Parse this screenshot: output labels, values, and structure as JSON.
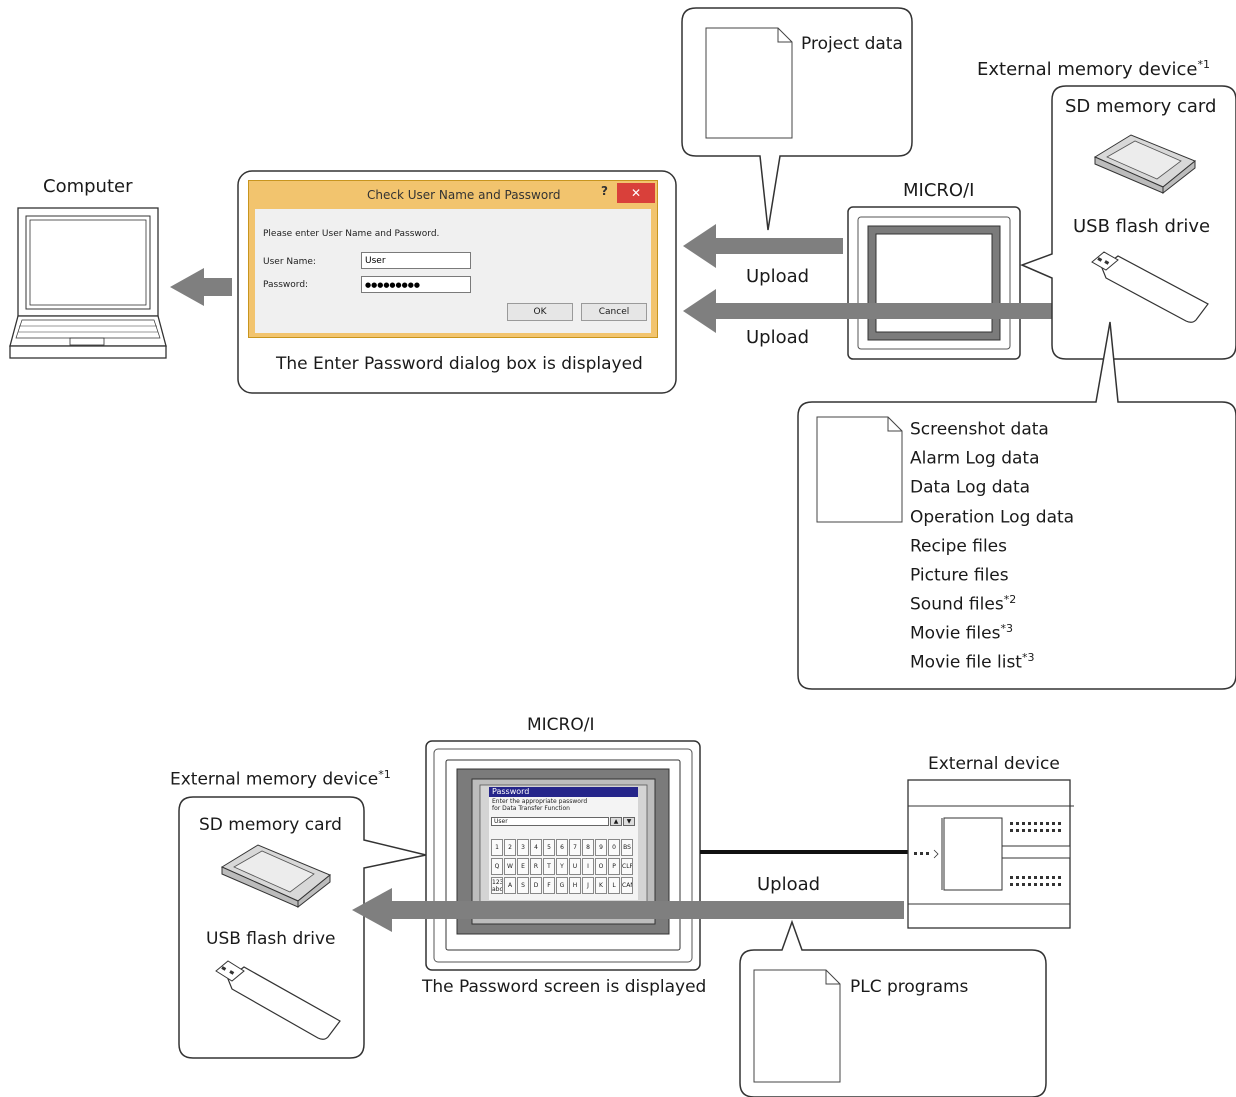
{
  "top": {
    "computer_label": "Computer",
    "dialog_caption": "The Enter Password dialog box is displayed",
    "dialog": {
      "title": "Check User Name and Password",
      "help_glyph": "?",
      "close_glyph": "✕",
      "prompt": "Please enter User Name and Password.",
      "user_label": "User Name:",
      "user_value": "User",
      "password_label": "Password:",
      "password_value": "●●●●●●●●●",
      "ok_label": "OK",
      "cancel_label": "Cancel"
    },
    "project_data_label": "Project data",
    "micro_label": "MICRO/I",
    "upload_1": "Upload",
    "upload_2": "Upload",
    "external_memory_label": "External memory device",
    "external_memory_note": "*1",
    "sd_card_label": "SD memory card",
    "usb_label": "USB flash drive",
    "files": [
      {
        "text": "Screenshot data",
        "note": ""
      },
      {
        "text": "Alarm Log data",
        "note": ""
      },
      {
        "text": "Data Log data",
        "note": ""
      },
      {
        "text": "Operation Log data",
        "note": ""
      },
      {
        "text": "Recipe files",
        "note": ""
      },
      {
        "text": "Picture files",
        "note": ""
      },
      {
        "text": "Sound files",
        "note": "*2"
      },
      {
        "text": "Movie files",
        "note": "*3"
      },
      {
        "text": "Movie file list",
        "note": "*3"
      }
    ]
  },
  "bottom": {
    "micro_label": "MICRO/I",
    "external_memory_label": "External memory device",
    "external_memory_note": "*1",
    "sd_card_label": "SD memory card",
    "usb_label": "USB flash drive",
    "password_screen_caption": "The Password screen is displayed",
    "external_device_label": "External device",
    "upload": "Upload",
    "plc_programs_label": "PLC programs",
    "screen": {
      "title": "Password",
      "msg_line1": "Enter the appropriate password",
      "msg_line2": "for Data Transfer Function",
      "field_value": "User",
      "up_glyph": "▲",
      "down_glyph": "▼",
      "keys_row1": [
        "1",
        "2",
        "3",
        "4",
        "5",
        "6",
        "7",
        "8",
        "9",
        "0",
        "BS"
      ],
      "keys_row2": [
        "Q",
        "W",
        "E",
        "R",
        "T",
        "Y",
        "U",
        "I",
        "O",
        "P",
        "CLR"
      ],
      "keys_row3": [
        "123 abc",
        "A",
        "S",
        "D",
        "F",
        "G",
        "H",
        "J",
        "K",
        "L",
        "CAN"
      ]
    }
  },
  "colors": {
    "arrow": "#7f7f7f",
    "dialog_frame": "#f2c46e",
    "close_button": "#d9403a",
    "keypad_title": "#25258a"
  }
}
